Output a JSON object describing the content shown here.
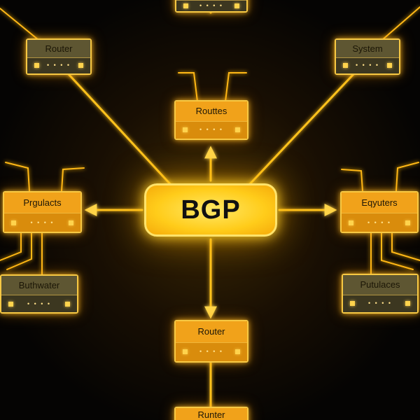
{
  "hub": {
    "label": "BGP",
    "color": "#ffd21f"
  },
  "routers": {
    "top_partial": {
      "label": ""
    },
    "router_top_left": {
      "label": "Router"
    },
    "system_top_right": {
      "label": "System"
    },
    "routtes_top_center": {
      "label": "Routtes"
    },
    "prgulacts_left": {
      "label": "Prgulacts"
    },
    "eqyuters_right": {
      "label": "Eqyuters"
    },
    "buthwater_left_lower": {
      "label": "Buthwater"
    },
    "putulaces_right_lower": {
      "label": "Putulaces"
    },
    "router_bottom_center": {
      "label": "Router"
    },
    "runter_bottom_partial": {
      "label": "Runter"
    }
  },
  "colors": {
    "link_glow": "#ffc21a",
    "router_gold": "#f1a21a",
    "router_olive": "#5e5632",
    "border": "#f7c843",
    "background": "#050403"
  },
  "icons": {
    "port": "square-port-icon",
    "antenna": "antenna-icon",
    "arrow": "arrowhead-icon"
  }
}
